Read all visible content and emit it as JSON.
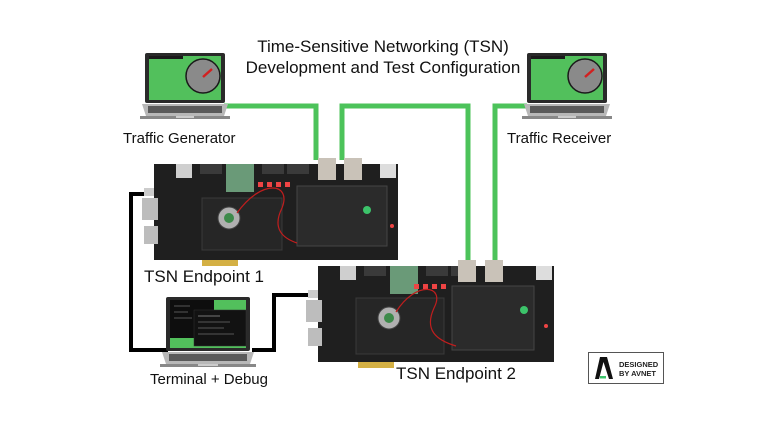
{
  "title": {
    "line1": "Time-Sensitive Networking (TSN)",
    "line2": "Development and Test Configuration"
  },
  "devices": {
    "traffic_generator": {
      "label": "Traffic Generator",
      "screen": "speedometer-gauge"
    },
    "traffic_receiver": {
      "label": "Traffic Receiver",
      "screen": "speedometer-gauge"
    },
    "terminal": {
      "label": "Terminal + Debug",
      "screen": "terminal-windows"
    },
    "endpoint1": {
      "label": "TSN Endpoint 1"
    },
    "endpoint2": {
      "label": "TSN Endpoint 2"
    }
  },
  "connections": [
    {
      "from": "Traffic Generator",
      "to": "TSN Endpoint 1 port A",
      "type": "ethernet",
      "color": "#4cc35a"
    },
    {
      "from": "TSN Endpoint 1 port B",
      "to": "TSN Endpoint 2 port A",
      "type": "ethernet",
      "color": "#4cc35a"
    },
    {
      "from": "Traffic Receiver",
      "to": "TSN Endpoint 2 port B",
      "type": "ethernet",
      "color": "#4cc35a"
    },
    {
      "from": "Terminal + Debug",
      "to": "TSN Endpoint 1 USB",
      "type": "usb-debug",
      "color": "#000000"
    },
    {
      "from": "Terminal + Debug",
      "to": "TSN Endpoint 2 USB",
      "type": "usb-debug",
      "color": "#000000"
    }
  ],
  "badge": {
    "line1": "DESIGNED",
    "line2": "BY AVNET",
    "icon": "avnet-logo"
  },
  "colors": {
    "ethernet_cable": "#4cc35a",
    "debug_cable": "#000000",
    "laptop_screen": "#52c05c",
    "board": "#1e1e1e"
  }
}
